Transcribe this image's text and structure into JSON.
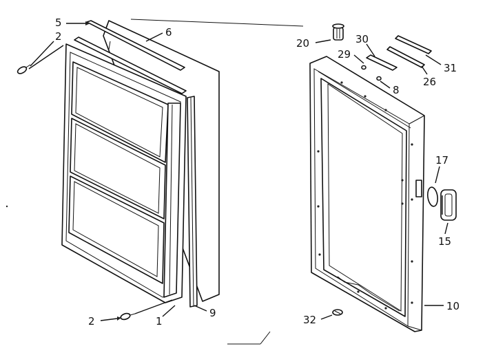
{
  "callouts": {
    "c5": "5",
    "c2_top": "2",
    "c6": "6",
    "c2_bottom": "2",
    "c1": "1",
    "c9": "9",
    "c20": "20",
    "c30": "30",
    "c29": "29",
    "c8": "8",
    "c26": "26",
    "c31": "31",
    "c17": "17",
    "c15": "15",
    "c10": "10",
    "c32": "32"
  }
}
